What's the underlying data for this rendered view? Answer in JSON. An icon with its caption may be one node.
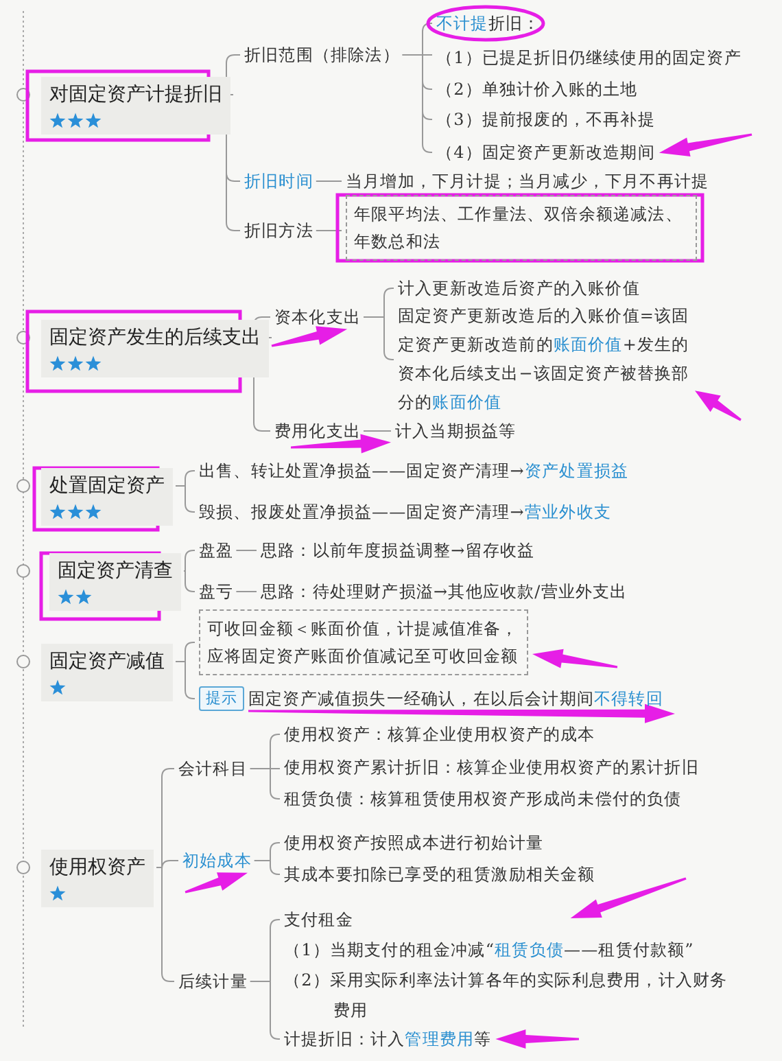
{
  "diagram": {
    "nodes": [
      {
        "text": [
          "对固定资产计提折旧"
        ]
      },
      {
        "text": [
          "折旧范围（排除法）"
        ]
      },
      {
        "text": [
          "**不计提**折旧："
        ]
      },
      {
        "text": [
          "（1）已提足折旧仍继续使用的固定资产"
        ]
      },
      {
        "text": [
          "（2）单独计价入账的土地"
        ]
      },
      {
        "text": [
          "（3）提前报废的，不再补提"
        ]
      },
      {
        "text": [
          "（4）固定资产更新改造期间"
        ]
      },
      {
        "text": [
          "折旧时间"
        ]
      },
      {
        "text": [
          "当月增加，下月计提；当月减少，下月不再计提"
        ]
      },
      {
        "text": [
          "折旧方法"
        ]
      },
      {
        "text": [
          "年限平均法、工作量法、双倍余额递减法、年数总和法"
        ]
      },
      {
        "text": [
          "固定资产发生的后续支出"
        ]
      },
      {
        "text": [
          "资本化支出"
        ]
      },
      {
        "text": [
          "计入更新改造后资产的入账价值"
        ]
      },
      {
        "text": [
          "固定资产更新改造后的入账价值=该固定资产更新改造前的**账面价值**+发生的资本化后续支出−该固定资产被替换部分的**账面价值**"
        ]
      },
      {
        "text": [
          "费用化支出"
        ]
      },
      {
        "text": [
          "计入当期损益等"
        ]
      },
      {
        "text": [
          "处置固定资产"
        ]
      },
      {
        "text": [
          "出售、转让处置净损益——固定资产清理→**资产处置损益**"
        ]
      },
      {
        "text": [
          "毁损、报废处置净损益——固定资产清理→**营业外收支**"
        ]
      },
      {
        "text": [
          "固定资产清查"
        ]
      },
      {
        "text": [
          "盘盈"
        ]
      },
      {
        "text": [
          "思路：以前年度损益调整→留存收益"
        ]
      },
      {
        "text": [
          "盘亏"
        ]
      },
      {
        "text": [
          "思路：待处理财产损溢→其他应收款/营业外支出"
        ]
      },
      {
        "text": [
          "固定资产减值"
        ]
      },
      {
        "text": [
          "可收回金额＜账面价值，计提减值准备，应将固定资产账面价值减记至可收回金额"
        ]
      },
      {
        "text": [
          "提示"
        ]
      },
      {
        "text": [
          "固定资产减值损失一经确认，在以后会计期间**不得转回**"
        ]
      },
      {
        "text": [
          "使用权资产"
        ]
      },
      {
        "text": [
          "会计科目"
        ]
      },
      {
        "text": [
          "使用权资产：核算企业使用权资产的成本"
        ]
      },
      {
        "text": [
          "使用权资产累计折旧：核算企业使用权资产的累计折旧"
        ]
      },
      {
        "text": [
          "租赁负债：核算租赁使用权资产形成尚未偿付的负债"
        ]
      },
      {
        "text": [
          "初始成本"
        ]
      },
      {
        "text": [
          "使用权资产按照成本进行初始计量"
        ]
      },
      {
        "text": [
          "其成本要扣除已享受的租赁激励相关金额"
        ]
      },
      {
        "text": [
          "后续计量"
        ]
      },
      {
        "text": [
          "支付租金",
          "（1）当期支付的租金冲减“**租赁负债**——租赁付款额”",
          "（2）采用实际利率法计算各年的实际利息费用，计入财务费用"
        ]
      },
      {
        "text": [
          "计提折旧：计入**管理费用**等"
        ]
      }
    ],
    "edges": [
      {
        "from": 0,
        "to": 1,
        "arrow": "none"
      },
      {
        "from": 0,
        "to": 7,
        "arrow": "none"
      },
      {
        "from": 0,
        "to": 9,
        "arrow": "none"
      },
      {
        "from": 1,
        "to": 2,
        "arrow": "none"
      },
      {
        "from": 1,
        "to": 3,
        "arrow": "none"
      },
      {
        "from": 1,
        "to": 4,
        "arrow": "none"
      },
      {
        "from": 1,
        "to": 5,
        "arrow": "none"
      },
      {
        "from": 1,
        "to": 6,
        "arrow": "none"
      },
      {
        "from": 7,
        "to": 8,
        "arrow": "none"
      },
      {
        "from": 9,
        "to": 10,
        "arrow": "none"
      },
      {
        "from": 11,
        "to": 12,
        "arrow": "none"
      },
      {
        "from": 11,
        "to": 15,
        "arrow": "none"
      },
      {
        "from": 12,
        "to": 13,
        "arrow": "none"
      },
      {
        "from": 12,
        "to": 14,
        "arrow": "none"
      },
      {
        "from": 15,
        "to": 16,
        "arrow": "none"
      },
      {
        "from": 17,
        "to": 18,
        "arrow": "none"
      },
      {
        "from": 17,
        "to": 19,
        "arrow": "none"
      },
      {
        "from": 20,
        "to": 21,
        "arrow": "none"
      },
      {
        "from": 20,
        "to": 23,
        "arrow": "none"
      },
      {
        "from": 21,
        "to": 22,
        "arrow": "none"
      },
      {
        "from": 23,
        "to": 24,
        "arrow": "none"
      },
      {
        "from": 25,
        "to": 26,
        "arrow": "none"
      },
      {
        "from": 25,
        "to": 27,
        "arrow": "none"
      },
      {
        "from": 29,
        "to": 30,
        "arrow": "none"
      },
      {
        "from": 29,
        "to": 34,
        "arrow": "none"
      },
      {
        "from": 29,
        "to": 37,
        "arrow": "none"
      },
      {
        "from": 30,
        "to": 31,
        "arrow": "none"
      },
      {
        "from": 30,
        "to": 32,
        "arrow": "none"
      },
      {
        "from": 30,
        "to": 33,
        "arrow": "none"
      },
      {
        "from": 34,
        "to": 35,
        "arrow": "none"
      },
      {
        "from": 34,
        "to": 36,
        "arrow": "none"
      },
      {
        "from": 37,
        "to": 38,
        "arrow": "none"
      },
      {
        "from": 37,
        "to": 39,
        "arrow": "none"
      },
      {
        "from": null,
        "to": 6,
        "arrow": "to",
        "style": "thick",
        "color": "#e61ee6"
      },
      {
        "from": null,
        "to": 12,
        "arrow": "to",
        "style": "thick",
        "color": "#e61ee6"
      },
      {
        "from": null,
        "to": 14,
        "arrow": "to",
        "style": "thick",
        "color": "#e61ee6"
      },
      {
        "from": null,
        "to": 16,
        "arrow": "to",
        "style": "thick",
        "color": "#e61ee6"
      },
      {
        "from": null,
        "to": 26,
        "arrow": "to",
        "style": "thick",
        "color": "#e61ee6"
      },
      {
        "from": 27,
        "to": null,
        "arrow": "to",
        "style": "thick",
        "color": "#e61ee6"
      },
      {
        "from": null,
        "to": 34,
        "arrow": "to",
        "style": "thick",
        "color": "#e61ee6"
      },
      {
        "from": null,
        "to": 38,
        "arrow": "to",
        "style": "thick",
        "color": "#e61ee6"
      },
      {
        "from": null,
        "to": 39,
        "arrow": "to",
        "style": "thick",
        "color": "#e61ee6"
      }
    ]
  }
}
